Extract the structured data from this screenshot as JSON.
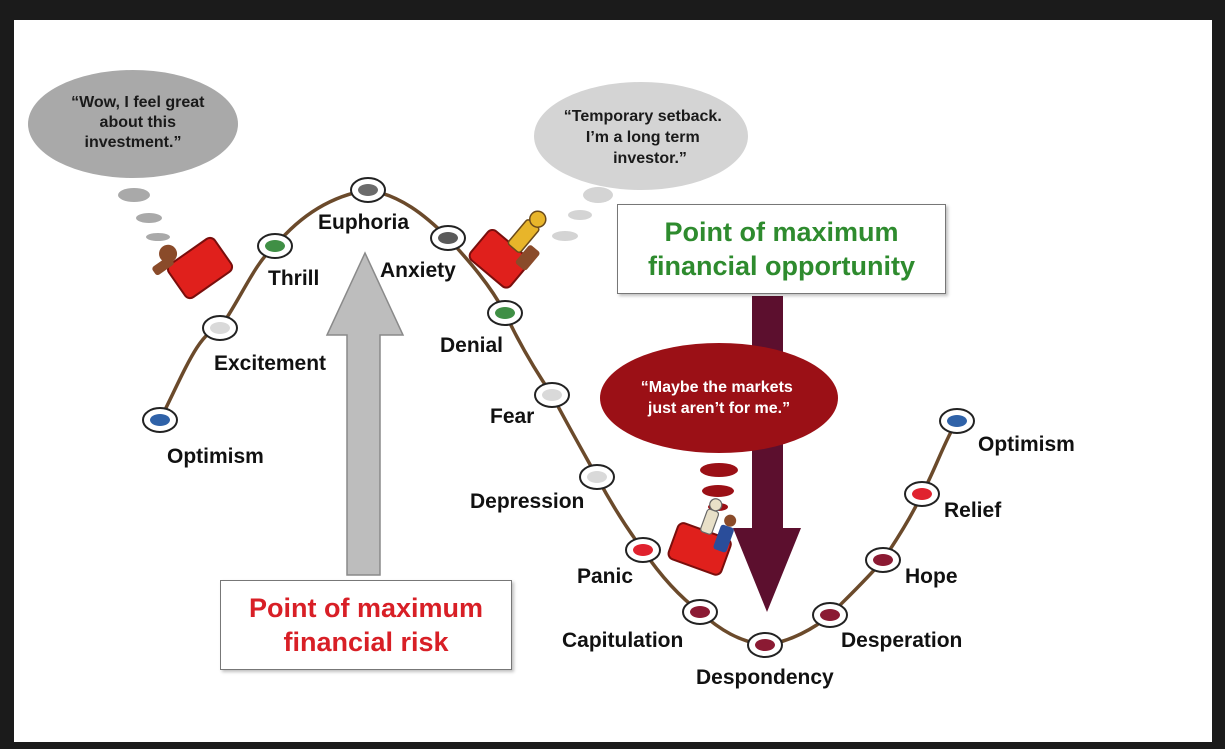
{
  "stages": [
    {
      "label": "Optimism",
      "color": "#2f62a8"
    },
    {
      "label": "Excitement",
      "color": "#d9d9d9"
    },
    {
      "label": "Thrill",
      "color": "#3f8f45"
    },
    {
      "label": "Euphoria",
      "color": "#6b6b6b"
    },
    {
      "label": "Anxiety",
      "color": "#5a5a5a"
    },
    {
      "label": "Denial",
      "color": "#3f8f45"
    },
    {
      "label": "Fear",
      "color": "#d9d9d9"
    },
    {
      "label": "Depression",
      "color": "#d9d9d9"
    },
    {
      "label": "Panic",
      "color": "#e0222e"
    },
    {
      "label": "Capitulation",
      "color": "#8b1a33"
    },
    {
      "label": "Despondency",
      "color": "#8b1a33"
    },
    {
      "label": "Desperation",
      "color": "#8b1a33"
    },
    {
      "label": "Hope",
      "color": "#8b1a33"
    },
    {
      "label": "Relief",
      "color": "#e0222e"
    },
    {
      "label": "Optimism",
      "color": "#2f62a8"
    }
  ],
  "bubbles": {
    "euphoria_quote": [
      "“Wow, I feel great",
      "about this",
      "investment.”"
    ],
    "anxiety_quote": [
      "“Temporary setback.",
      "I’m a long term",
      "investor.”"
    ],
    "despondency_quote": [
      "“Maybe the markets",
      "just aren’t for me.”"
    ]
  },
  "callouts": {
    "risk_line1": "Point of maximum",
    "risk_line2": "financial risk",
    "opportunity_line1": "Point of maximum",
    "opportunity_line2": "financial opportunity"
  },
  "colors": {
    "risk_text": "#d81f26",
    "opportunity_text": "#2e8b2e",
    "risk_arrow": "#bdbdbd",
    "opportunity_arrow": "#5c0f2e",
    "curve": "#6b4a2b",
    "bubble_grey": "#a9a9a9",
    "bubble_light": "#d4d4d4",
    "bubble_red": "#9b1016"
  }
}
